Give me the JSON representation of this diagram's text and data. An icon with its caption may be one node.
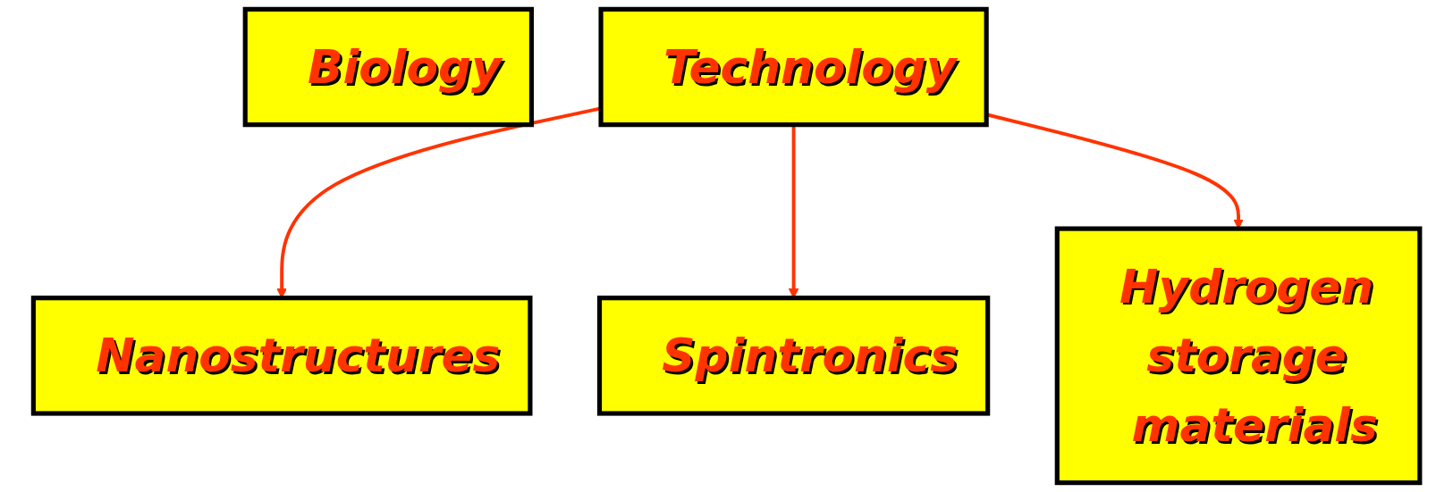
{
  "diagram": {
    "nodes": [
      {
        "text": [
          "Biology"
        ]
      },
      {
        "text": [
          "Technology"
        ]
      },
      {
        "text": [
          "Nanostructures"
        ]
      },
      {
        "text": [
          "Spintronics"
        ]
      },
      {
        "text": [
          "Hydrogen storage materials"
        ]
      }
    ],
    "edges": [
      {
        "from": 1,
        "to": 2,
        "arrow": "to"
      },
      {
        "from": 1,
        "to": 3,
        "arrow": "to"
      },
      {
        "from": 1,
        "to": 4,
        "arrow": "to"
      }
    ]
  }
}
